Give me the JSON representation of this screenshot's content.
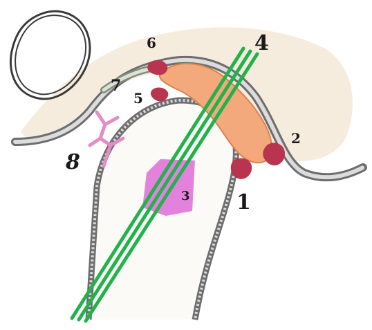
{
  "labels": {
    "l1": "1",
    "l2": "2",
    "l3": "3",
    "l4": "4",
    "l5": "5",
    "l6": "6",
    "l7": "7",
    "l8": "8"
  },
  "colors": {
    "background": "#ffffff",
    "tissue": "#f3e6d3",
    "membrane_outer": "#6d6d6d",
    "membrane_inner": "#d8d8d8",
    "organ": "#f3a97c",
    "nodules": "#b8344f",
    "probe": "#22b24c",
    "magenta_area": "#d84fd0",
    "pink_vessel": "#e48cc4"
  }
}
